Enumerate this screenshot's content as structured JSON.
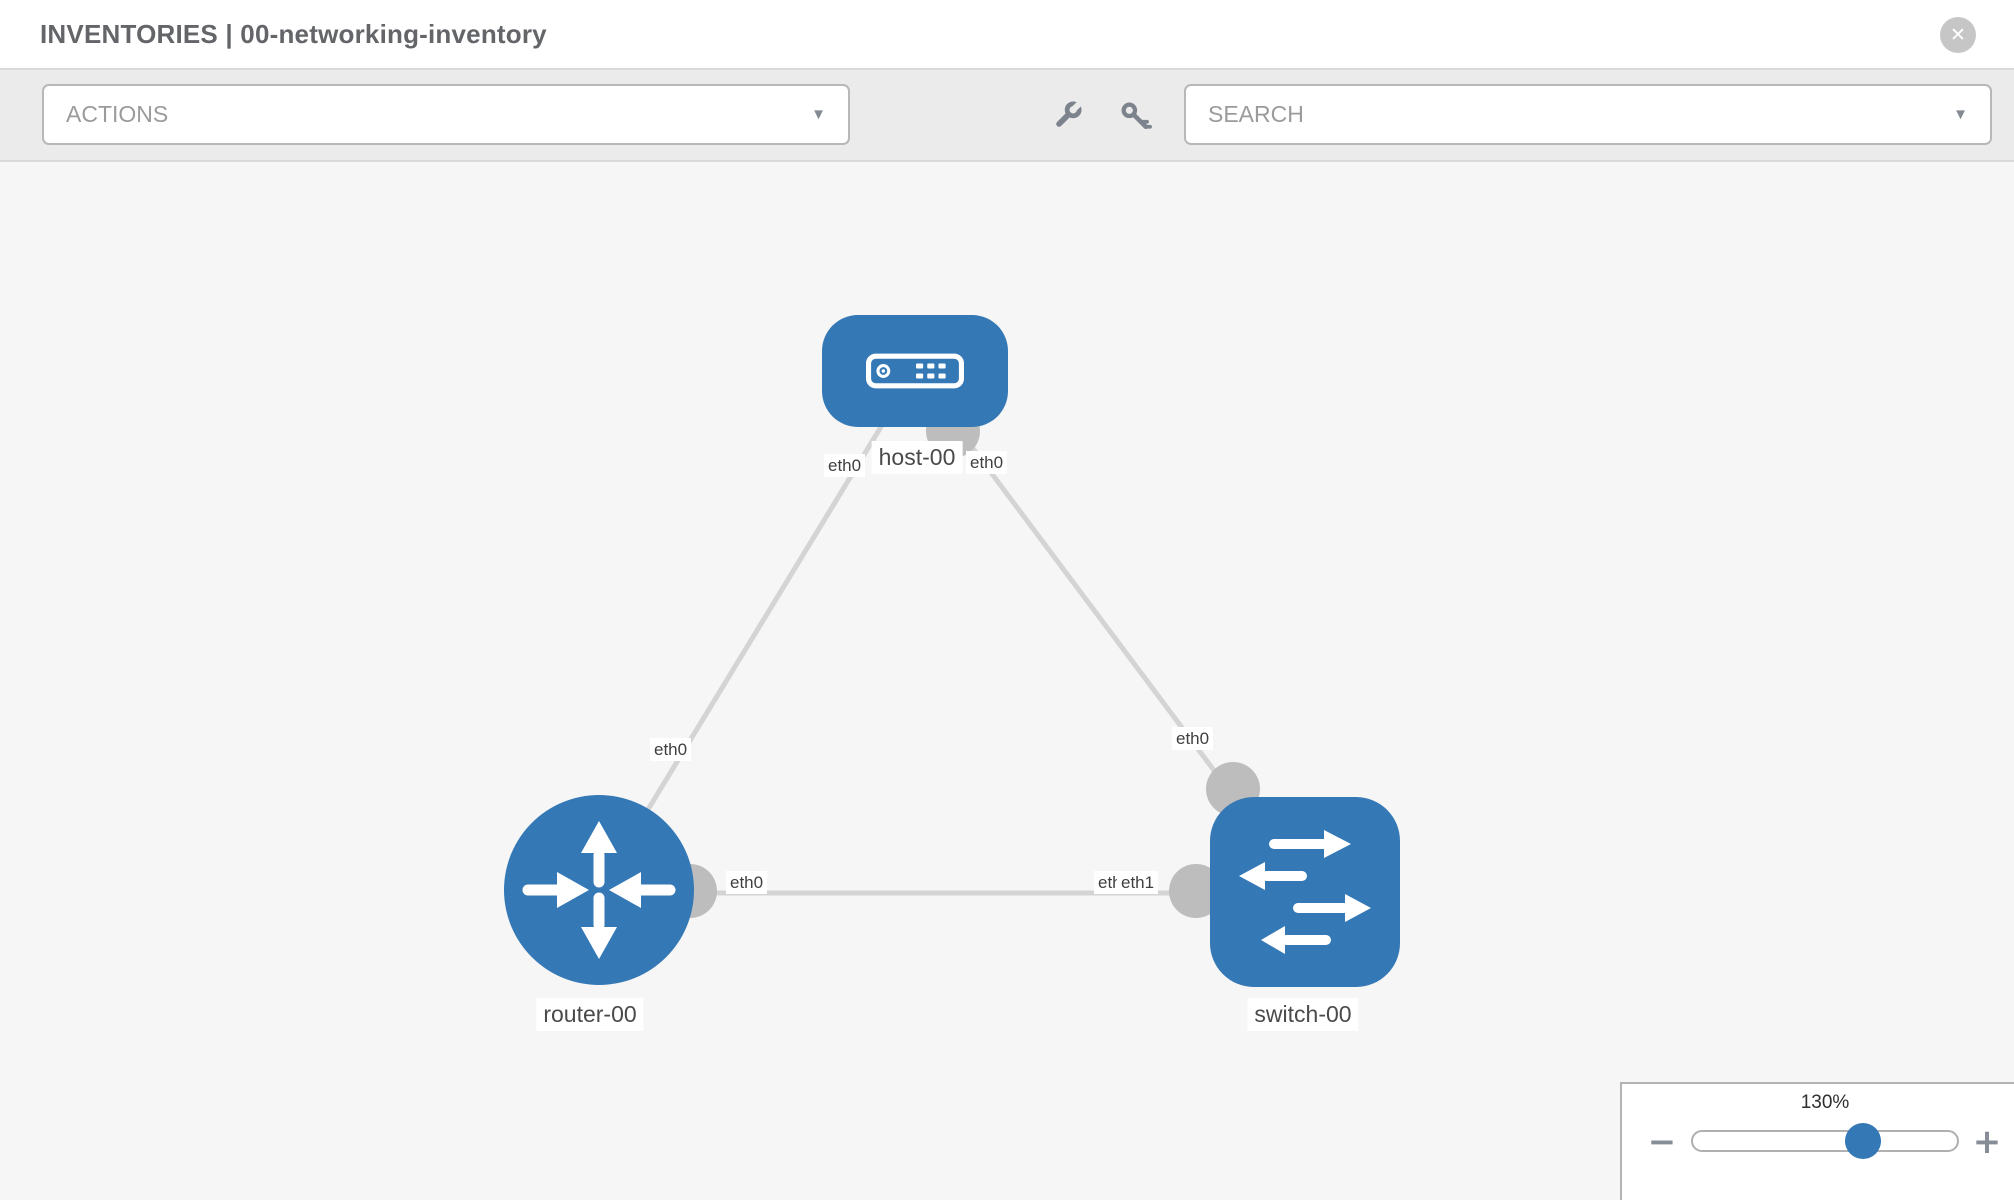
{
  "header": {
    "title": "INVENTORIES | 00-networking-inventory",
    "close_icon": "✕"
  },
  "toolbar": {
    "actions_label": "ACTIONS",
    "search_label": "SEARCH",
    "caret": "▼"
  },
  "topology": {
    "nodes": [
      {
        "label": "host-00",
        "type": "host"
      },
      {
        "label": "router-00",
        "type": "router"
      },
      {
        "label": "switch-00",
        "type": "switch"
      }
    ],
    "links": [
      {
        "from": "host-00",
        "to": "router-00",
        "from_if": "eth0",
        "to_if": "eth0"
      },
      {
        "from": "host-00",
        "to": "switch-00",
        "from_if": "eth0",
        "to_if": "eth0"
      },
      {
        "from": "router-00",
        "to": "switch-00",
        "from_if": "eth0",
        "to_if": "eth1",
        "to_if_overlapped": "eth0"
      }
    ]
  },
  "zoom_control": {
    "value": "130%",
    "minus_label": "−",
    "plus_label": "+",
    "slider_position_pct": 65
  },
  "colors": {
    "node_blue": "#3478b6",
    "link_gray": "#d4d4d4",
    "connector_gray": "#bdbdbd",
    "canvas_bg": "#f6f6f6",
    "toolbar_bg": "#ebebeb"
  }
}
